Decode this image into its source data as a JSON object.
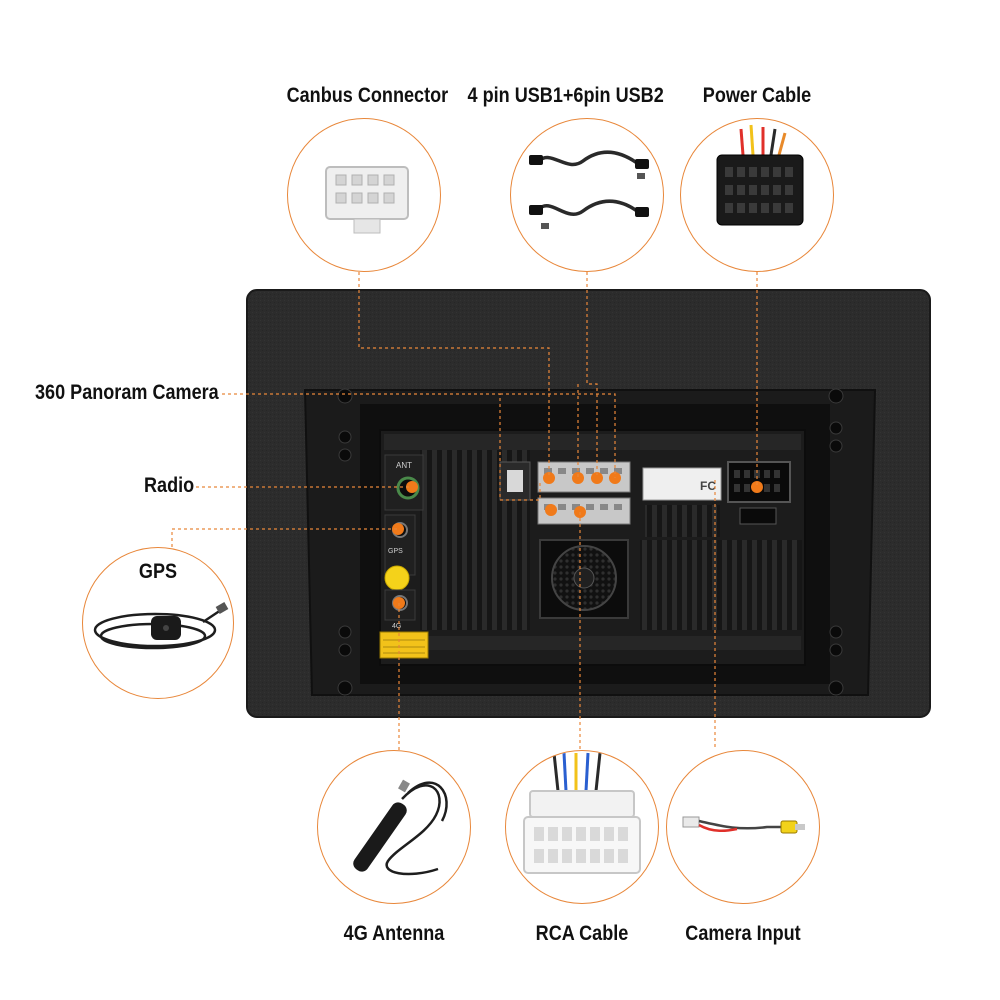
{
  "labels": {
    "canbus": "Canbus Connector",
    "usb": "4 pin USB1+6pin USB2",
    "power": "Power Cable",
    "panorama": "360 Panoram Camera",
    "radio": "Radio",
    "gps": "GPS",
    "antenna4g": "4G Antenna",
    "rca": "RCA Cable",
    "camera_input": "Camera Input"
  },
  "unit_markings": {
    "ant": "ANT",
    "gps": "GPS",
    "wifi": "4G",
    "fcc": "FC"
  },
  "colors": {
    "accent": "#e8873a",
    "port_dot": "#f07a1a",
    "panel": "#2b2b2b",
    "unit_body": "#1c1c1c",
    "connector_white": "#f2f2f2"
  },
  "icons": {
    "canbus": "white-multipin-connector-icon",
    "usb": "usb-cable-pair-icon",
    "power": "iso-power-harness-icon",
    "gps": "gps-antenna-puck-icon",
    "antenna4g": "4g-stick-antenna-icon",
    "rca": "white-wide-connector-icon",
    "camera_input": "rca-camera-cable-icon"
  }
}
